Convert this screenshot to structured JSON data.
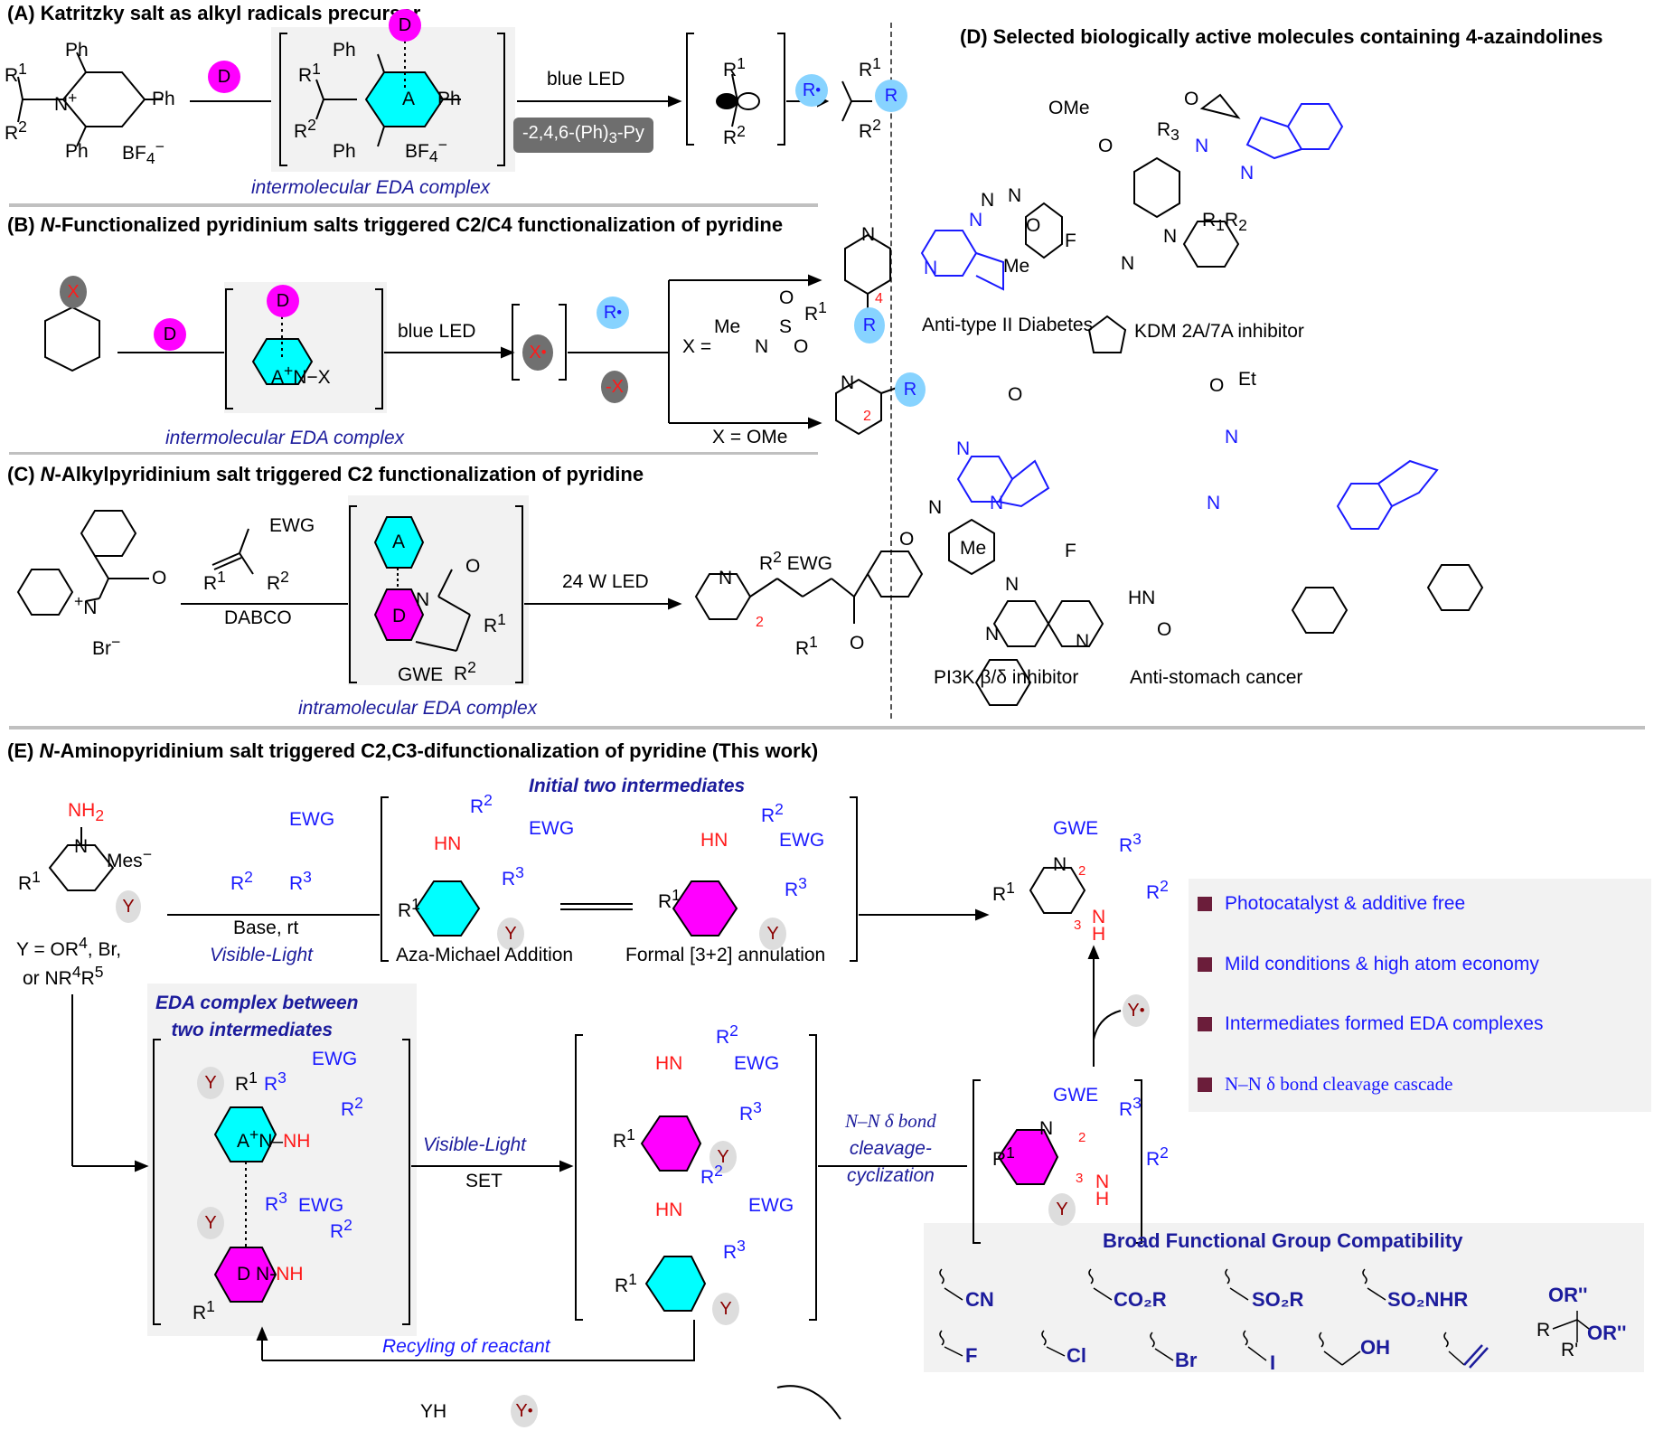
{
  "sections": {
    "A": {
      "title_prefix": "(A) ",
      "title": "Katritzky salt as alkyl radicals precursor",
      "donor": "D",
      "acceptor": "A",
      "ph": "Ph",
      "r1": "R",
      "sup1": "1",
      "sup2": "2",
      "counterion": "BF",
      "counterion_sub": "4",
      "counterion_sup": "−",
      "n_plus": "N",
      "plus": "+",
      "condition": "blue LED",
      "byproduct": "-2,4,6-(Ph)",
      "byproduct_sub": "3",
      "byproduct_tail": "-Py",
      "radical": "R",
      "product_r": "R",
      "caption": "intermolecular EDA complex"
    },
    "B": {
      "title_prefix": "(B) ",
      "title_italic": "N",
      "title": "-Functionalized pyridinium salts triggered C2/C4  functionalization of pyridine",
      "x": "X",
      "donor": "D",
      "acceptor": "A",
      "n_x": "N−X",
      "condition": "blue LED",
      "radical_x": "X",
      "radical_r": "R",
      "minus_x": "-X",
      "x_eq": "X =",
      "me": "Me",
      "n": "N",
      "s": "S",
      "o": "O",
      "r1": "R",
      "sup1": "1",
      "x_ome": "X = OMe",
      "pos4": "4",
      "pos2": "2",
      "product_r": "R",
      "caption": "intermolecular EDA complex"
    },
    "C": {
      "title_prefix": "(C) ",
      "title_italic": "N",
      "title": "-Alkylpyridinium salt triggered C2 functionalization of pyridine",
      "ewg": "EWG",
      "gwe": "GWE",
      "r1": "R",
      "r2": "R",
      "sup1": "1",
      "sup2": "2",
      "br": "Br",
      "br_sup": "−",
      "reagent_cond": "DABCO",
      "condition": "24 W LED",
      "o": "O",
      "n": "N",
      "donor": "D",
      "acceptor": "A",
      "pos2": "2",
      "caption": "intramolecular EDA complex"
    },
    "D": {
      "title": "(D) Selected biologically active molecules containing 4-azaindolines",
      "molecules": [
        {
          "name": "Anti-type II Diabetes"
        },
        {
          "name": "KDM 2A/7A inhibitor"
        },
        {
          "name": "PI3K β/δ inhibitor"
        },
        {
          "name": "Anti-stomach cancer"
        }
      ],
      "atoms": {
        "n": "N",
        "o": "O",
        "f": "F",
        "me": "Me",
        "ome": "OMe",
        "et": "Et",
        "hn": "HN",
        "r3": "R",
        "r1": "R",
        "r2": "R",
        "sub1": "1",
        "sub2": "2",
        "sub3": "3"
      }
    },
    "E": {
      "title_prefix": "(E) ",
      "title_italic": "N",
      "title": "-Aminopyridinium salt triggered C2,C3-difunctionalization of pyridine  (This work)",
      "nh2": "NH",
      "nh2_sub": "2",
      "mes": "Mes",
      "mes_sup": "−",
      "y": "Y",
      "y_def_1": "Y = OR",
      "y_def_sup4": "4",
      "y_def_2": ", Br,",
      "y_def_3": "or NR",
      "y_def_sup5": "5",
      "ewg": "EWG",
      "gwe": "GWE",
      "r": "R",
      "hn": "HN",
      "nh": "NH",
      "n": "N",
      "h": "H",
      "cond_base": "Base, rt",
      "cond_light": "Visible-Light",
      "initial_title": "Initial two intermediates",
      "aza_michael": "Aza-Michael Addition",
      "annulation": "Formal [3+2] annulation",
      "eda_title_1": "EDA complex between",
      "eda_title_2": "two intermediates",
      "set_light": "Visible-Light",
      "set": "SET",
      "nn_1": "N–N δ bond",
      "nn_2": "cleavage-",
      "nn_3": "cyclization",
      "recycle": "Recyling of reactant",
      "yh": "YH",
      "pos2": "2",
      "pos3": "3",
      "donor": "D",
      "acceptor": "A",
      "features": [
        "Photocatalyst & additive free",
        "Mild conditions & high atom economy",
        "Intermediates formed EDA complexes",
        "N–N δ bond cleavage cascade"
      ],
      "fg_title": "Broad Functional Group Compatibility",
      "fg_row1": [
        "CN",
        "CO₂R",
        "SO₂R",
        "SO₂NHR"
      ],
      "fg_row2": [
        "F",
        "Cl",
        "Br",
        "I",
        "OH"
      ],
      "acetal": {
        "top": "OR''",
        "right": "OR''",
        "left": "R",
        "bottom": "R'"
      }
    }
  },
  "colors": {
    "cyan": "#00ffff",
    "magenta": "#ff00ff",
    "light_blue": "#87d3ff",
    "grey_circle": "#707070",
    "light_grey": "#dddddd",
    "text_blue": "#1a1aff",
    "navy": "#1c1c9c",
    "red": "#ff1a1a",
    "maroon": "#8b0000",
    "bullet": "#6b1d3a"
  }
}
